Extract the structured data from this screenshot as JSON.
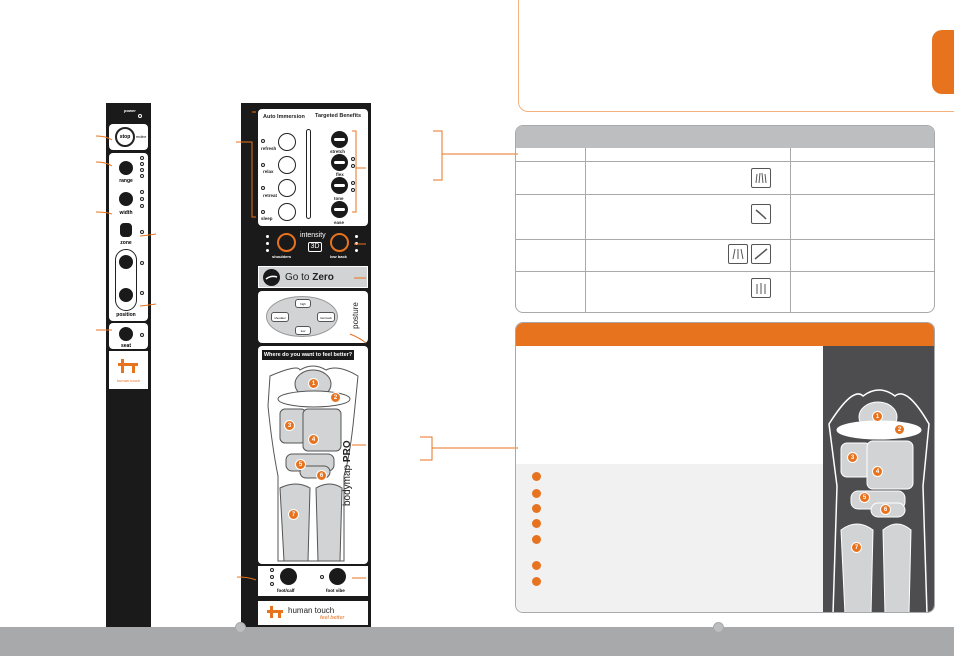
{
  "remote1": {
    "stop_label": "stop",
    "recline_label": "recline",
    "power_label": "power",
    "range_label": "range",
    "width_label": "width",
    "zone_label": "zone",
    "position_label": "position",
    "seat_label": "seat",
    "brand_label": "human touch"
  },
  "remote2": {
    "auto_immersion_title": "Auto Immersion",
    "targeted_benefits_title": "Targeted Benefits",
    "auto_items": [
      "refresh",
      "relax",
      "retreat",
      "sleep"
    ],
    "benefit_items": [
      "stretch",
      "flex",
      "tone",
      "ease"
    ],
    "intensity_label": "intensity",
    "intensity_3d": "3D",
    "shoulders_label": "shoulders",
    "low_back_label": "low back",
    "gotozero_prefix": "Go to ",
    "gotozero_bold": "Zero",
    "posture_label": "posture",
    "posture_up": "high",
    "posture_down": "low",
    "posture_left": "shoulder",
    "posture_right": "low back",
    "bodymap_question": "Where do you want to feel better?",
    "bodymap_label_regular": "bodymap ",
    "bodymap_label_bold": "PRO",
    "foot_calf_label": "foot/calf",
    "foot_vibe_label": "foot vibe",
    "brand_label": "human touch",
    "brand_tagline": "feel better"
  },
  "bodymap_zones": [
    "1",
    "2",
    "3",
    "4",
    "5",
    "6",
    "7"
  ]
}
